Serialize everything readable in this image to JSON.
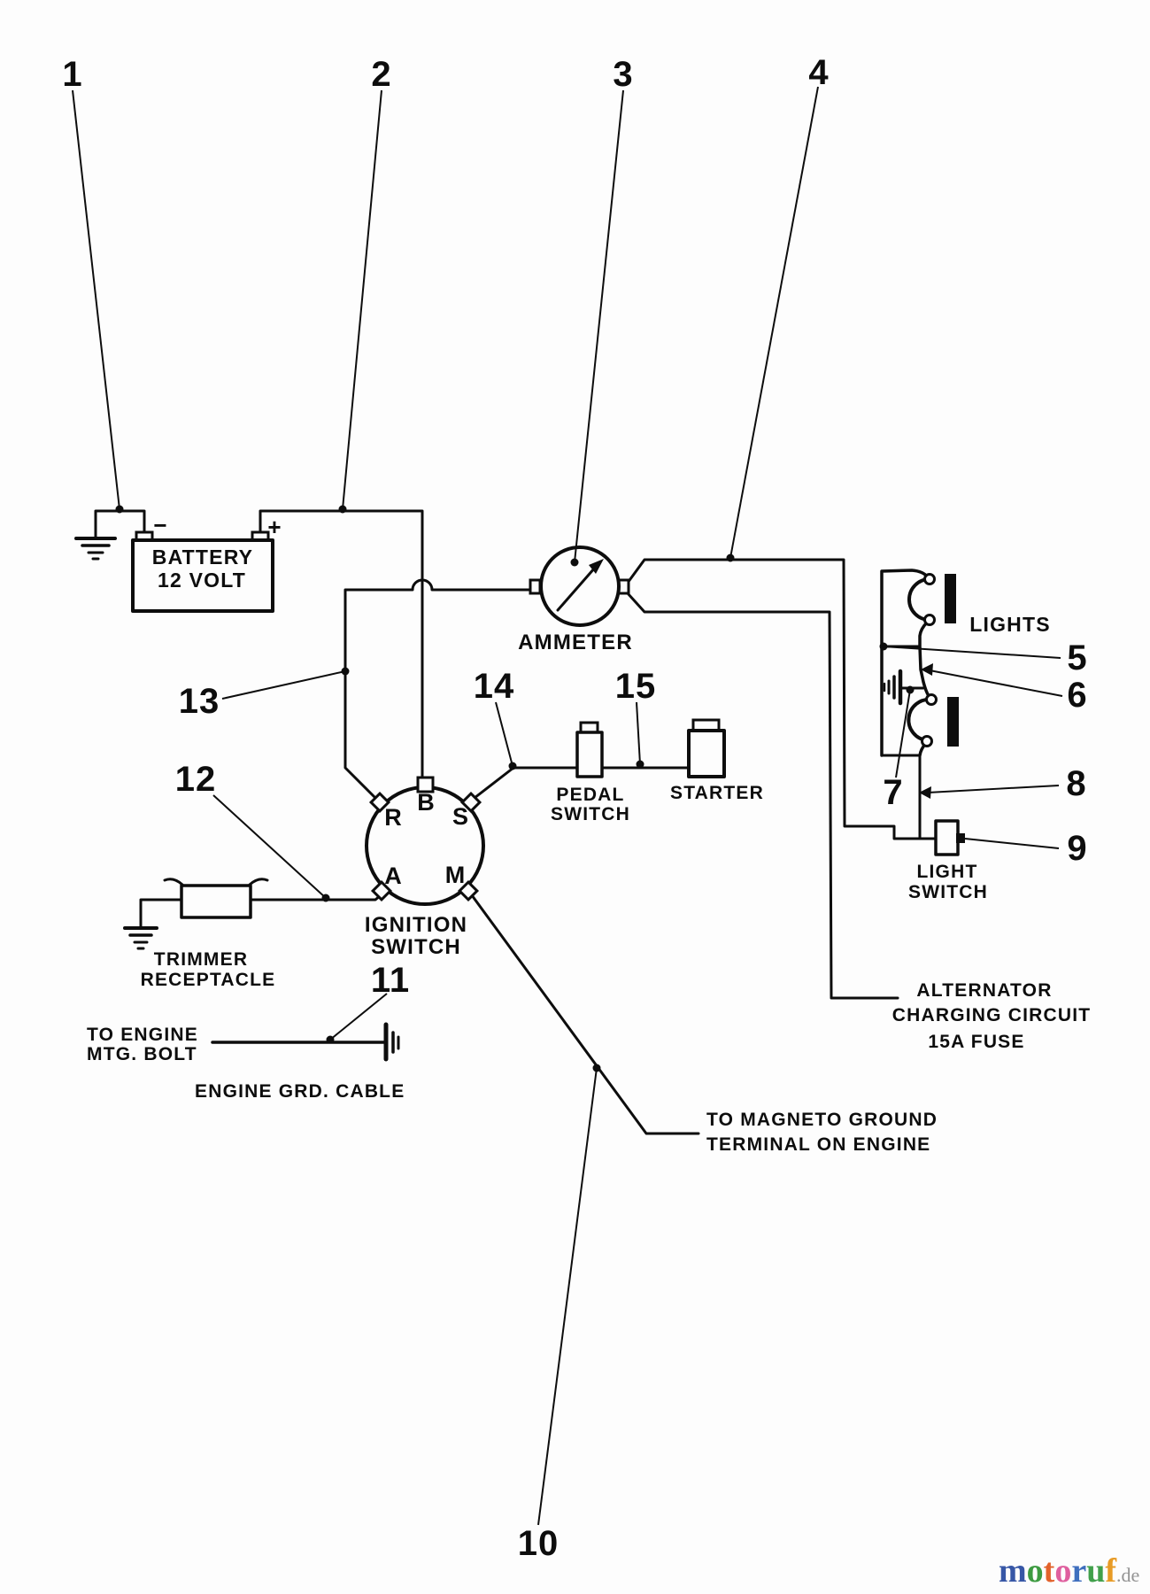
{
  "diagram": "wiring-diagram",
  "colors": {
    "ink": "#0d0d0d",
    "background": "#fdfdfd"
  },
  "callouts": [
    "1",
    "2",
    "3",
    "4",
    "5",
    "6",
    "7",
    "8",
    "9",
    "10",
    "11",
    "12",
    "13",
    "14",
    "15"
  ],
  "components": {
    "battery": {
      "line1": "BATTERY",
      "line2": "12 VOLT",
      "minus": "−",
      "plus": "+"
    },
    "ammeter": {
      "label": "AMMETER"
    },
    "ignition_switch": {
      "line1": "IGNITION",
      "line2": "SWITCH",
      "terminals": {
        "r": "R",
        "b": "B",
        "s": "S",
        "a": "A",
        "m": "M"
      }
    },
    "pedal_switch": {
      "line1": "PEDAL",
      "line2": "SWITCH"
    },
    "starter": {
      "label": "STARTER"
    },
    "lights": {
      "label": "LIGHTS"
    },
    "light_switch": {
      "line1": "LIGHT",
      "line2": "SWITCH"
    },
    "trimmer_receptacle": {
      "line1": "TRIMMER",
      "line2": "RECEPTACLE"
    },
    "engine_mtg_bolt": {
      "line1": "TO ENGINE",
      "line2": "MTG. BOLT"
    },
    "engine_grd_cable": {
      "label": "ENGINE GRD. CABLE"
    },
    "alternator_fuse": {
      "line1": "ALTERNATOR",
      "line2": "CHARGING CIRCUIT",
      "line3": "15A FUSE"
    },
    "magneto_ground": {
      "line1": "TO MAGNETO GROUND",
      "line2": "TERMINAL ON ENGINE"
    }
  },
  "watermark": {
    "word": "motoruf",
    "suffix": ".de",
    "suffix_color": "#949494",
    "letters": [
      {
        "ch": "m",
        "color": "#3757a6"
      },
      {
        "ch": "o",
        "color": "#3d9b41"
      },
      {
        "ch": "t",
        "color": "#e2622b"
      },
      {
        "ch": "o",
        "color": "#df5f9e"
      },
      {
        "ch": "r",
        "color": "#3f6fbe"
      },
      {
        "ch": "u",
        "color": "#41a04b"
      },
      {
        "ch": "f",
        "color": "#e89b25"
      }
    ]
  }
}
